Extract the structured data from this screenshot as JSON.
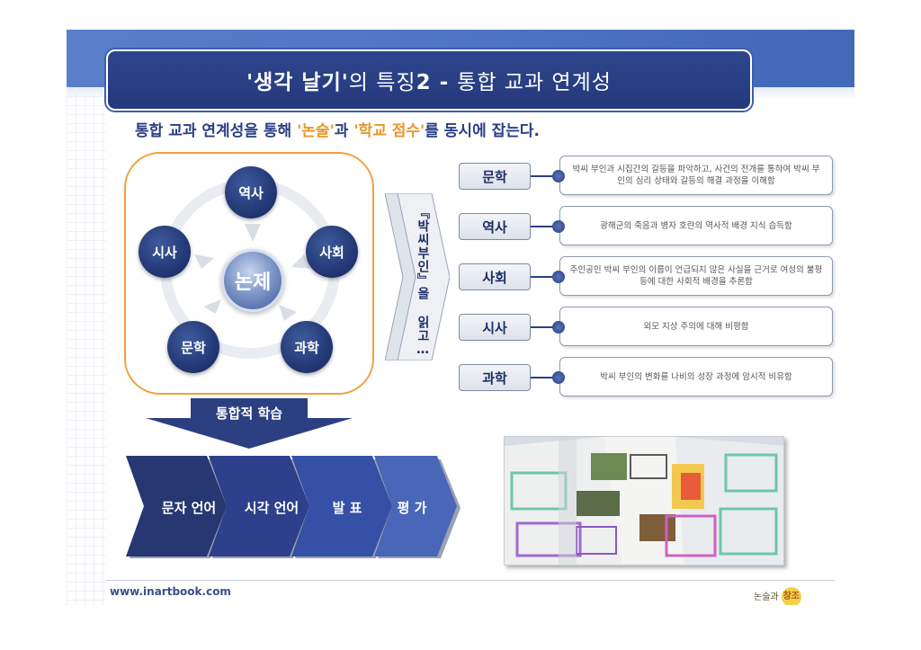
{
  "title": {
    "part1": "'생각 날기'",
    "part2": "의 특징",
    "part3": "2 - ",
    "part4": "통합 교과 연계성"
  },
  "subtitle": {
    "pre": "통합 교과 연계성을 통해 ",
    "hl1": "'논술'",
    "mid": "과 ",
    "hl2": "'학교 점수'",
    "post": "를 동시에 잡는다."
  },
  "cycle": {
    "center": "논제",
    "nodes": [
      "역사",
      "사회",
      "과학",
      "문학",
      "시사"
    ]
  },
  "reading": "『박씨부인』을 읽고…",
  "rows": [
    {
      "tag": "문학",
      "desc": "박씨 부인과 시집간의 갈등을 파악하고, 사건의 전개를 통하여 박씨 부인의 심리 상태와 갈등의 해결 과정을 이해함"
    },
    {
      "tag": "역사",
      "desc": "광해군의 죽음과 병자 호란의 역사적 배경 지식 습득함"
    },
    {
      "tag": "사회",
      "desc": "주인공인 박씨 부인의 이름이 언급되지 않은 사실을 근거로 여성의 불평등에 대한 사회적 배경을 추론함"
    },
    {
      "tag": "시사",
      "desc": "외모 지상 주의에 대해 비평함"
    },
    {
      "tag": "과학",
      "desc": "박씨 부인의 변화를 나비의 성장 과정에 암시적 비유함"
    }
  ],
  "integrated": "통합적 학습",
  "steps": [
    "문자 언어",
    "시각 언어",
    "발 표",
    "평 가"
  ],
  "footer": {
    "url": "www.inartbook.com",
    "logo_pre": "논술과",
    "logo_circle": "창조"
  },
  "colors": {
    "navy": "#24397b",
    "band": "#4a73c2",
    "orange": "#f0a040",
    "highlight": "#e8962a"
  }
}
